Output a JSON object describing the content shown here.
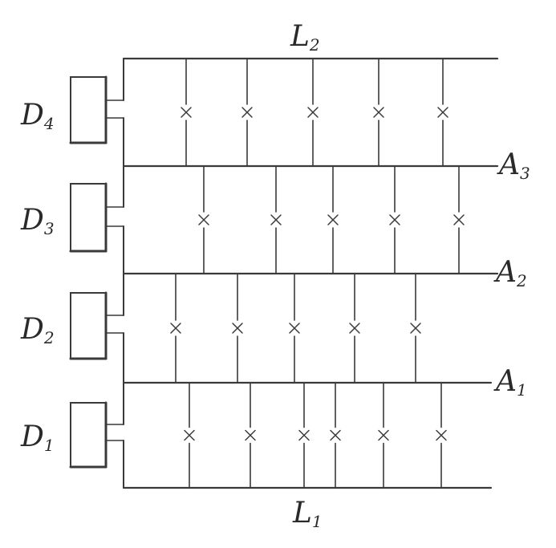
{
  "diagram": {
    "colors": {
      "ink": "#3a3a3a"
    },
    "labels": {
      "L2": {
        "main": "L",
        "sub": "2"
      },
      "L1": {
        "main": "L",
        "sub": "1"
      },
      "A3": {
        "main": "A",
        "sub": "3"
      },
      "A2": {
        "main": "A",
        "sub": "2"
      },
      "A1": {
        "main": "A",
        "sub": "1"
      },
      "D4": {
        "main": "D",
        "sub": "4"
      },
      "D3": {
        "main": "D",
        "sub": "3"
      },
      "D2": {
        "main": "D",
        "sub": "2"
      },
      "D1": {
        "main": "D",
        "sub": "1"
      }
    },
    "lamp_symbol": "×"
  }
}
